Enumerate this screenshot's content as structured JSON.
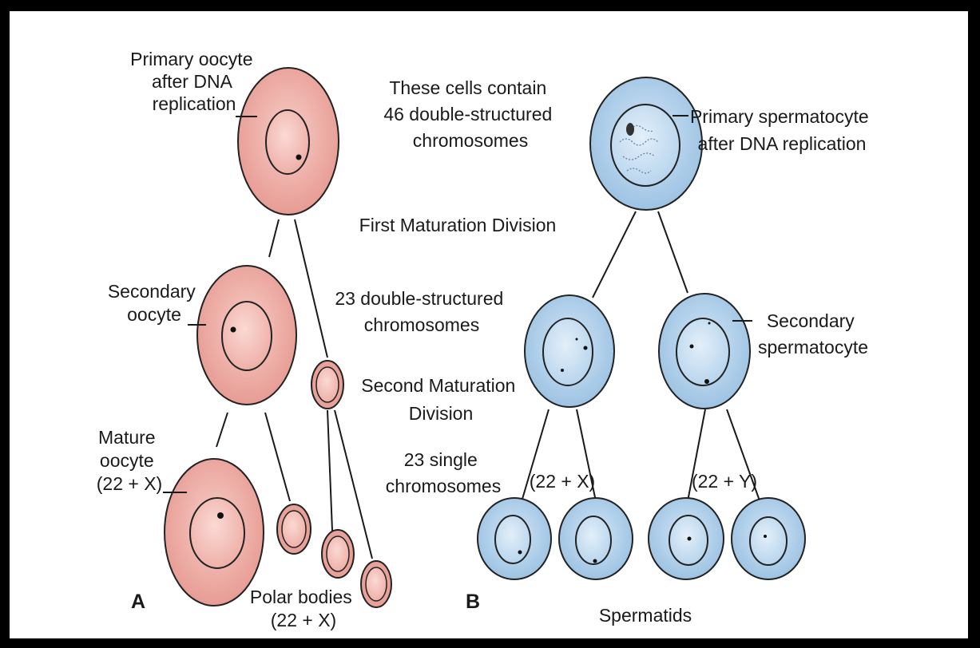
{
  "oocyte_panel": {
    "letter": "A",
    "primary_label": [
      "Primary oocyte",
      "after DNA",
      "replication"
    ],
    "secondary_label": [
      "Secondary",
      "oocyte"
    ],
    "mature_label": [
      "Mature",
      "oocyte",
      "(22 + X)"
    ],
    "polar_label": [
      "Polar bodies",
      "(22 + X)"
    ]
  },
  "center_text": {
    "contain": [
      "These cells contain",
      "46 double-structured",
      "chromosomes"
    ],
    "first_division": "First Maturation Division",
    "double": [
      "23 double-structured",
      "chromosomes"
    ],
    "second_division": [
      "Second Maturation",
      "Division"
    ],
    "single": [
      "23 single",
      "chromosomes"
    ]
  },
  "sperm_panel": {
    "letter": "B",
    "primary_label": [
      "Primary spermatocyte",
      "after DNA replication"
    ],
    "secondary_label": [
      "Secondary",
      "spermatocyte"
    ],
    "x_label": "(22 + X)",
    "y_label": "(22 + Y)",
    "spermatids_label": "Spermatids"
  },
  "colors": {
    "oocyte_cytoplasm": "#f2b6ae",
    "oocyte_edge": "#d98f87",
    "sperm_cytoplasm": "#b9d6ee",
    "sperm_edge": "#8bb3d6"
  }
}
